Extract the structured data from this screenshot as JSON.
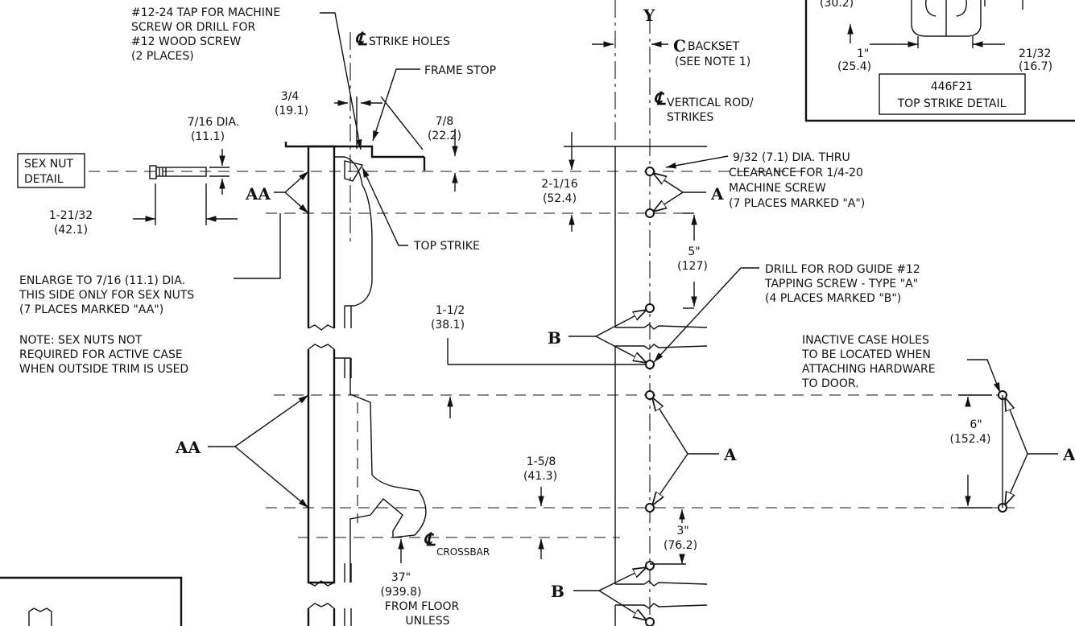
{
  "notes": {
    "tap_note": [
      "#12-24 TAP FOR MACHINE",
      "SCREW OR DRILL FOR",
      "#12 WOOD SCREW",
      "(2 PLACES)"
    ],
    "strike_holes": "STRIKE HOLES",
    "frame_stop": "FRAME STOP",
    "y_axis": "Y",
    "backset_c": "C",
    "backset": "BACKSET",
    "see_note": "(SEE NOTE 1)",
    "vertical_rod": [
      "VERTICAL ROD/",
      "STRIKES"
    ],
    "centerline_symbol": "℄",
    "sex_nut_detail": [
      "SEX NUT",
      "DETAIL"
    ],
    "hole_note": [
      "9/32 (7.1) DIA. THRU",
      "CLEARANCE FOR 1/4-20",
      "MACHINE SCREW",
      "(7 PLACES MARKED \"A\")"
    ],
    "top_strike": "TOP STRIKE",
    "enlarge_note": [
      "ENLARGE TO 7/16 (11.1) DIA.",
      "THIS SIDE ONLY FOR SEX NUTS",
      "(7 PLACES MARKED \"AA\")"
    ],
    "note_sex_nuts": [
      "NOTE:  SEX NUTS NOT",
      "REQUIRED FOR ACTIVE CASE",
      "WHEN OUTSIDE TRIM IS USED"
    ],
    "rod_guide_note": [
      "DRILL FOR ROD GUIDE #12",
      "TAPPING SCREW - TYPE \"A\"",
      "(4 PLACES MARKED \"B\")"
    ],
    "inactive_note": [
      "INACTIVE CASE HOLES",
      "TO BE LOCATED WHEN",
      "ATTACHING HARDWARE",
      "TO DOOR."
    ],
    "crossbar": "CROSSBAR",
    "from_floor": [
      "FROM FLOOR",
      "UNLESS"
    ]
  },
  "markers": {
    "A": "A",
    "AA": "AA",
    "B": "B"
  },
  "dimensions": {
    "d34": [
      "3/4",
      "(19.1)"
    ],
    "d78": [
      "7/8",
      "(22.2)"
    ],
    "d716": [
      "7/16 DIA.",
      "(11.1)"
    ],
    "d12132": [
      "1-21/32",
      "(42.1)"
    ],
    "d2116": [
      "2-1/16",
      "(52.4)"
    ],
    "d5": [
      "5\"",
      "(127)"
    ],
    "d112": [
      "1-1/2",
      "(38.1)"
    ],
    "d158": [
      "1-5/8",
      "(41.3)"
    ],
    "d3": [
      "3\"",
      "(76.2)"
    ],
    "d37": [
      "37\"",
      "(939.8)"
    ],
    "d6": [
      "6\"",
      "(152.4)"
    ]
  },
  "top_strike_detail": {
    "partial_dim": "(30.2)",
    "d1": [
      "1\"",
      "(25.4)"
    ],
    "d2132": [
      "21/32",
      "(16.7)"
    ],
    "part_no": "446F21",
    "title": "TOP STRIKE DETAIL"
  }
}
